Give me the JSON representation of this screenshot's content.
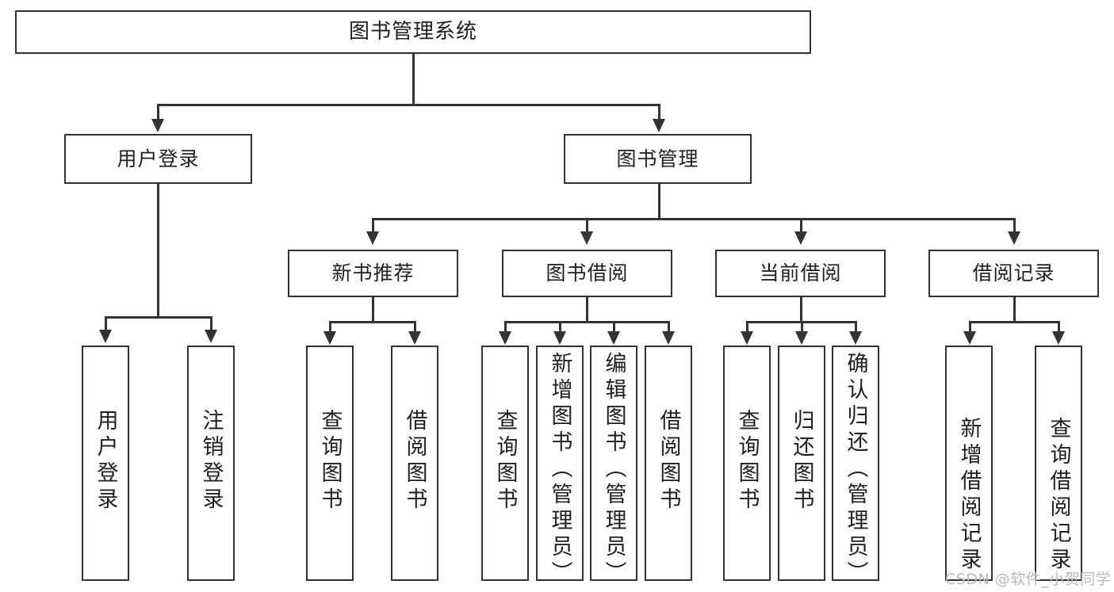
{
  "diagram": {
    "title": "图书管理系统",
    "type": "tree-hierarchy-diagram",
    "root": {
      "label": "图书管理系统"
    },
    "level2": [
      {
        "label": "用户登录"
      },
      {
        "label": "图书管理"
      }
    ],
    "level3": [
      {
        "label": "新书推荐"
      },
      {
        "label": "图书借阅"
      },
      {
        "label": "当前借阅"
      },
      {
        "label": "借阅记录"
      }
    ],
    "leaves": {
      "user_login": [
        {
          "label": "用户登录"
        },
        {
          "label": "注销登录"
        }
      ],
      "new_book_recommend": [
        {
          "label": "查询图书"
        },
        {
          "label": "借阅图书"
        }
      ],
      "book_borrow": [
        {
          "label": "查询图书"
        },
        {
          "label": "新增图书（管理员）"
        },
        {
          "label": "编辑图书（管理员）"
        },
        {
          "label": "借阅图书"
        }
      ],
      "current_borrow": [
        {
          "label": "查询图书"
        },
        {
          "label": "归还图书"
        },
        {
          "label": "确认归还（管理员）"
        }
      ],
      "borrow_record": [
        {
          "label": "新增借阅记录"
        },
        {
          "label": "查询借阅记录"
        }
      ]
    }
  },
  "watermark": {
    "text": "CSDN @软件_小贺同学"
  },
  "colors": {
    "stroke": "#333333",
    "background": "#ffffff",
    "text": "#1f1f1f",
    "watermark": "#b9b9b9"
  }
}
